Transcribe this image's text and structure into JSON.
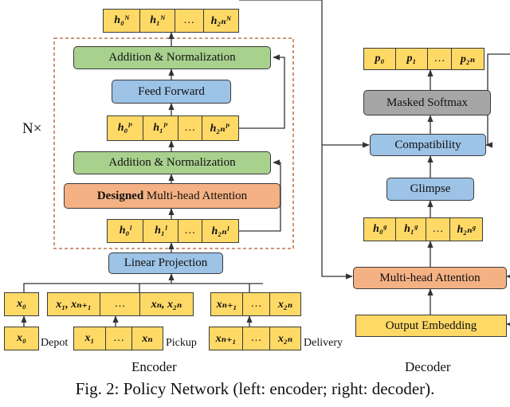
{
  "encoder": {
    "output_tokens": [
      "h₀ᴺ",
      "h₁ᴺ",
      "…",
      "h₂ₙᴺ"
    ],
    "add_norm_top": "Addition & Normalization",
    "feed_forward": "Feed Forward",
    "mid_tokens": [
      "h₀ˡ′",
      "h₁ˡ′",
      "…",
      "h₂ₙˡ′"
    ],
    "add_norm_bottom": "Addition & Normalization",
    "attention_bold": "Designed",
    "attention_rest": " Multi-head Attention",
    "layer_tokens": [
      "h₀ˡ",
      "h₁ˡ",
      "…",
      "h₂ₙˡ"
    ],
    "linear_projection": "Linear Projection",
    "repeat_label": "N×",
    "depot_embed": [
      "x₀"
    ],
    "pickup_embed": [
      "x₁, xₙ₊₁",
      "…",
      "xₙ, x₂ₙ"
    ],
    "delivery_embed": [
      "xₙ₊₁",
      "…",
      "x₂ₙ"
    ],
    "depot_input": [
      "x₀"
    ],
    "pickup_input": [
      "x₁",
      "…",
      "xₙ"
    ],
    "delivery_input": [
      "xₙ₊₁",
      "…",
      "x₂ₙ"
    ],
    "depot_label": "Depot",
    "pickup_label": "Pickup",
    "delivery_label": "Delivery",
    "title": "Encoder"
  },
  "decoder": {
    "output_tokens": [
      "p₀",
      "p₁",
      "…",
      "p₂ₙ"
    ],
    "masked_softmax": "Masked Softmax",
    "compatibility": "Compatibility",
    "glimpse": "Glimpse",
    "glimpse_tokens": [
      "h₀ᵍ",
      "h₁ᵍ",
      "…",
      "h₂ₙᵍ"
    ],
    "attention": "Multi-head Attention",
    "output_embedding": "Output Embedding",
    "title": "Decoder"
  },
  "caption": "Fig. 2: Policy Network (left: encoder; right: decoder)."
}
